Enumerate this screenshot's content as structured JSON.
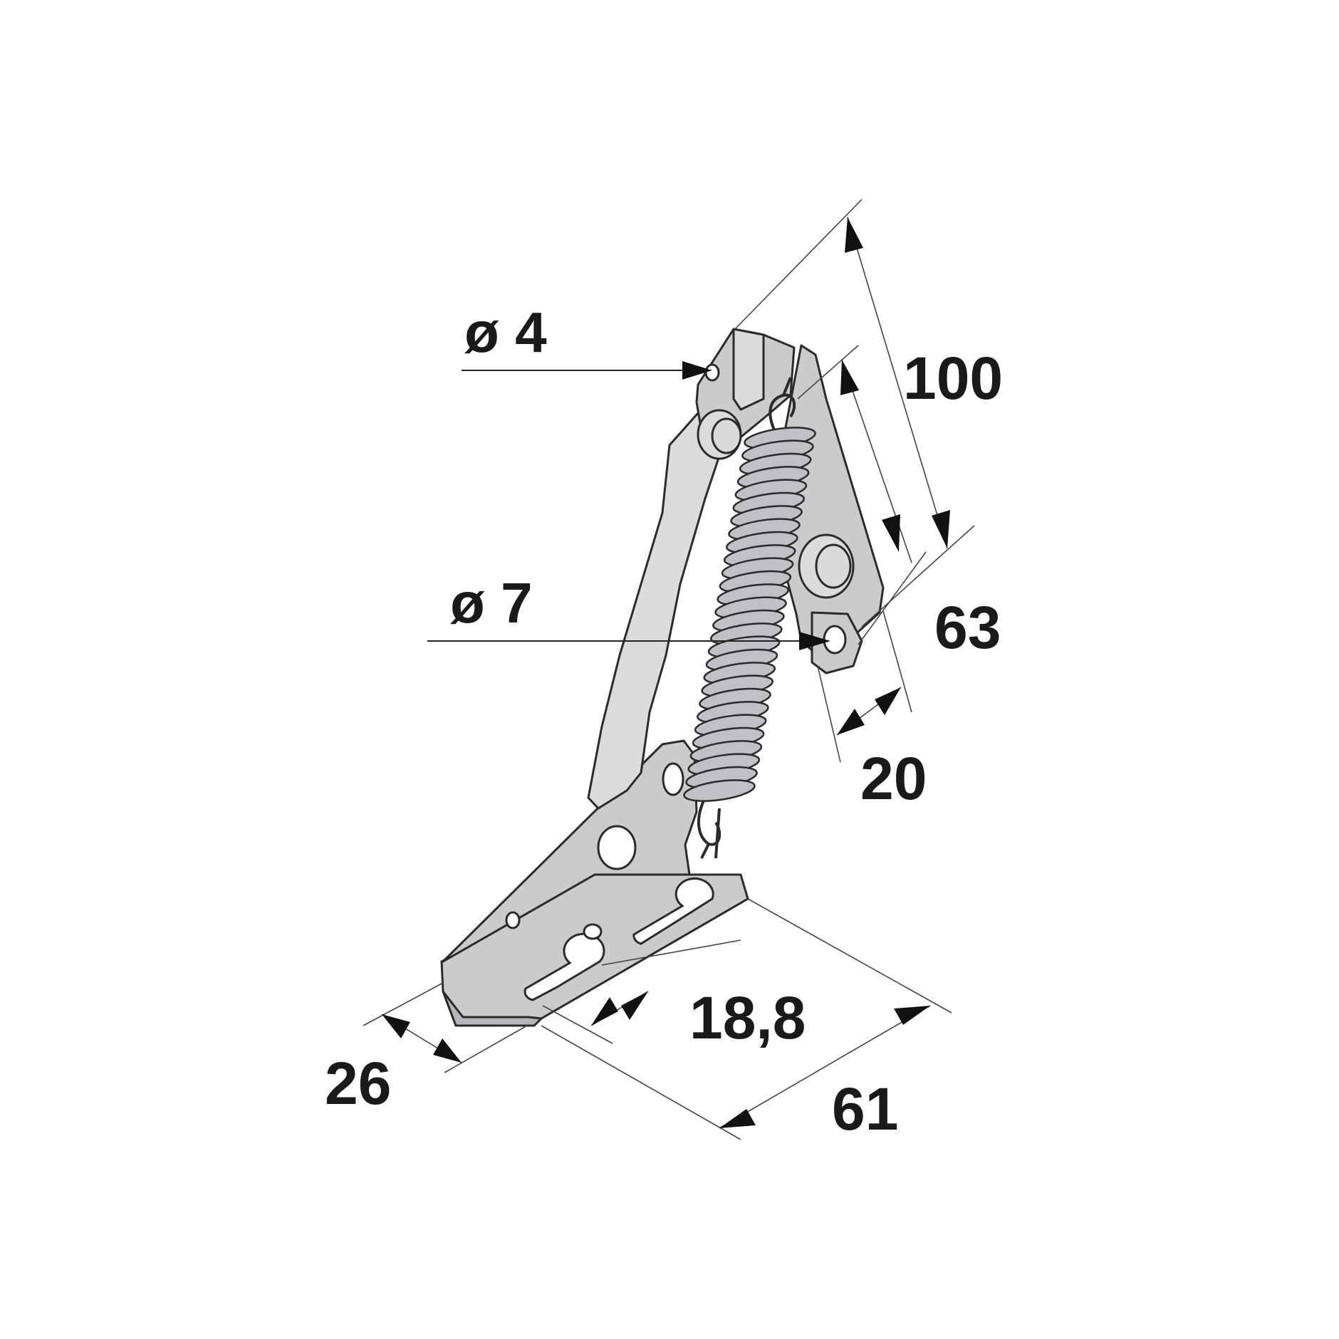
{
  "dimensions": {
    "hole_small": "ø 4",
    "hole_large": "ø 7",
    "length_100": "100",
    "length_63": "63",
    "length_20": "20",
    "length_18_8": "18,8",
    "width_26": "26",
    "length_61": "61"
  },
  "colors": {
    "metal": "#c9cbcd",
    "outline": "#2b2b2b",
    "dimension_text": "#1a1a1a"
  }
}
